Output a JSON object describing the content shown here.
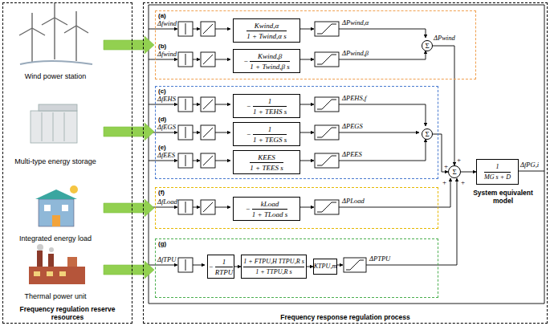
{
  "diagram": {
    "nodes": [
      {
        "text": [
          "Frequency regulation reserve resources"
        ]
      },
      {
        "text": [
          "Wind power station"
        ],
        "in": 0
      },
      {
        "text": [
          "Multi-type energy storage"
        ],
        "in": 0
      },
      {
        "text": [
          "Integrated energy load"
        ],
        "in": 0
      },
      {
        "text": [
          "Thermal power unit"
        ],
        "in": 0
      },
      {
        "text": [
          "Frequency response regulation process"
        ]
      },
      {
        "text": [
          "(a)",
          "(b)"
        ],
        "in": 5
      },
      {
        "text": [
          "Kwind,α",
          "1 + Twind,α s"
        ],
        "in": 6
      },
      {
        "text": [
          "−",
          "Kwind,β",
          "1 + Twind,β s"
        ],
        "in": 6
      },
      {
        "text": [
          "Σ"
        ],
        "in": 6
      },
      {
        "text": [
          "(c)",
          "(d)",
          "(e)"
        ],
        "in": 5
      },
      {
        "text": [
          "−",
          "1",
          "1 + TEHS s"
        ],
        "in": 10
      },
      {
        "text": [
          "−",
          "1",
          "1 + TEGS s"
        ],
        "in": 10
      },
      {
        "text": [
          "KEES",
          "1 + TEES s"
        ],
        "in": 10
      },
      {
        "text": [
          "Σ"
        ],
        "in": 10
      },
      {
        "text": [
          "(f)"
        ],
        "in": 5
      },
      {
        "text": [
          "−",
          "kLoad",
          "1 + TLoad s"
        ],
        "in": 15
      },
      {
        "text": [
          "(g)"
        ],
        "in": 5
      },
      {
        "text": [
          "−",
          "1",
          "RTPU"
        ],
        "in": 17
      },
      {
        "text": [
          "1 + FTPU,H TTPU,R s",
          "1 + TTPU,R s"
        ],
        "in": 17
      },
      {
        "text": [
          "KTPU,m"
        ],
        "in": 17
      },
      {
        "text": [
          "Σ"
        ],
        "in": 5
      },
      {
        "text": [
          "1",
          "MG s + D",
          "System equivalent model"
        ],
        "in": 5
      }
    ],
    "edges": [
      {
        "from": 1,
        "to": 6,
        "arrow": "to"
      },
      {
        "from": 2,
        "to": 10,
        "arrow": "to"
      },
      {
        "from": 3,
        "to": 15,
        "arrow": "to"
      },
      {
        "from": 4,
        "to": 17,
        "arrow": "to"
      },
      {
        "from": 9,
        "to": 21,
        "arrow": "to"
      },
      {
        "from": 14,
        "to": 21,
        "arrow": "to"
      },
      {
        "from": 21,
        "to": 22,
        "arrow": "to"
      },
      {
        "from": 18,
        "to": 19,
        "arrow": "to"
      },
      {
        "from": 19,
        "to": 20,
        "arrow": "to"
      }
    ],
    "labels": [
      "Δfwind",
      "ΔPwind,α",
      "Δfwind",
      "ΔPwind,β",
      "ΔPwind",
      "ΔfEHS",
      "ΔPEHS,f",
      "ΔfEGS",
      "ΔPEGS",
      "ΔfEES",
      "ΔPEES",
      "ΔfLoad",
      "ΔPLoad",
      "ΔfTPU",
      "ΔPTPU",
      "ΔfPG,i",
      "+",
      "+",
      "+",
      "+"
    ]
  }
}
